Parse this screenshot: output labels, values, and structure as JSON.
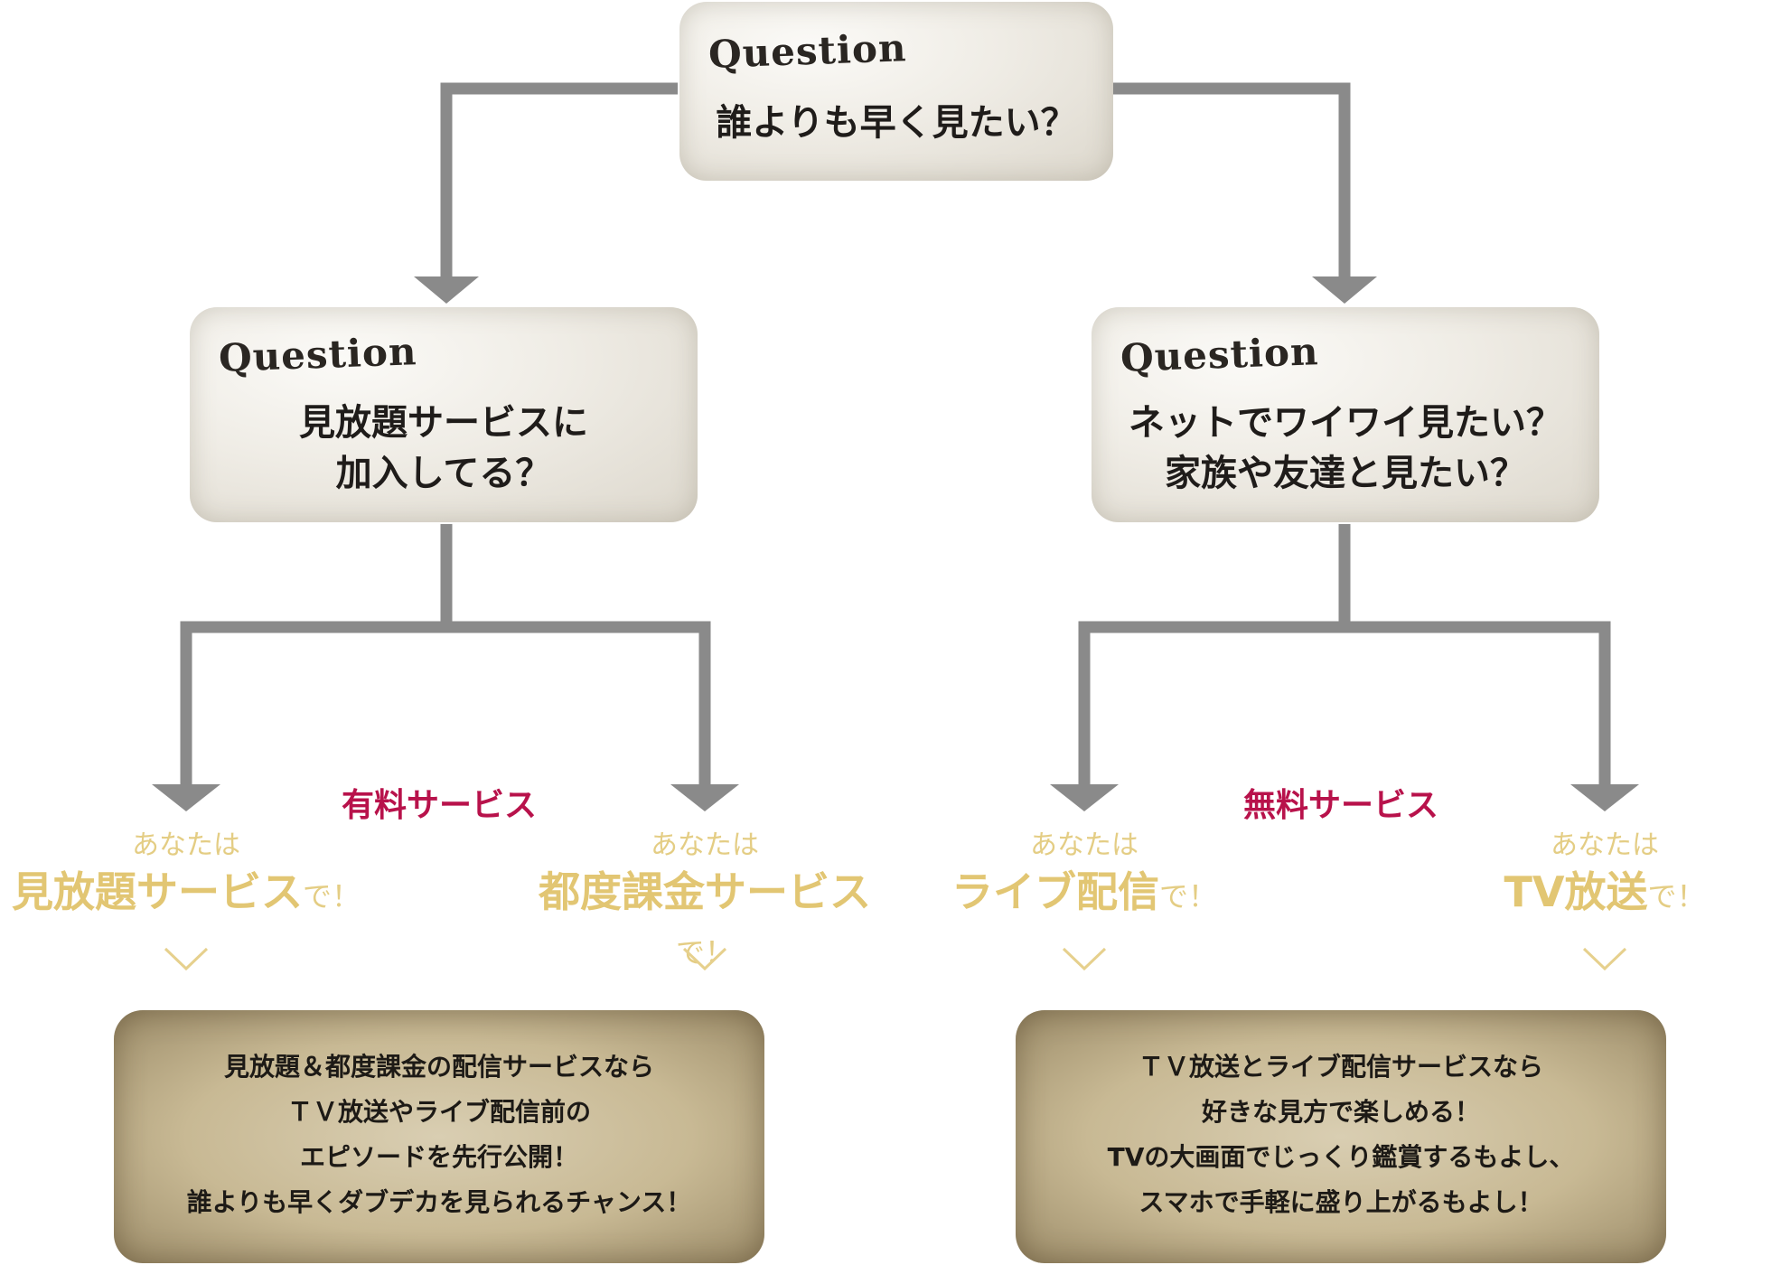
{
  "questions": {
    "top": {
      "label": "Question",
      "lines": [
        "誰よりも早く見たい？"
      ]
    },
    "left": {
      "label": "Question",
      "lines": [
        "見放題サービスに",
        "加入してる？"
      ]
    },
    "right": {
      "label": "Question",
      "lines": [
        "ネットでワイワイ見たい？",
        "家族や友達と見たい？"
      ]
    }
  },
  "categories": {
    "paid": "有料サービス",
    "free": "無料サービス"
  },
  "results": [
    {
      "prefix": "あなたは",
      "main": "見放題サービス",
      "suffix": "で！"
    },
    {
      "prefix": "あなたは",
      "main": "都度課金サービス",
      "suffix": "で！"
    },
    {
      "prefix": "あなたは",
      "main": "ライブ配信",
      "suffix": "で！"
    },
    {
      "prefix": "あなたは",
      "main": "TV放送",
      "suffix": "で！"
    }
  ],
  "boxes": {
    "paid": [
      "見放題＆都度課金の配信サービスなら",
      "ＴＶ放送やライブ配信前の",
      "エピソードを先行公開！",
      "誰よりも早くダブデカを見られるチャンス！"
    ],
    "free": [
      "ＴＶ放送とライブ配信サービスなら",
      "好きな見方で楽しめる！",
      "TVの大画面でじっくり鑑賞するもよし、",
      "スマホで手軽に盛り上がるもよし！"
    ]
  },
  "colors": {
    "connector": "#8a8a8a",
    "category": "#b8124b",
    "result": "#e2c673"
  }
}
